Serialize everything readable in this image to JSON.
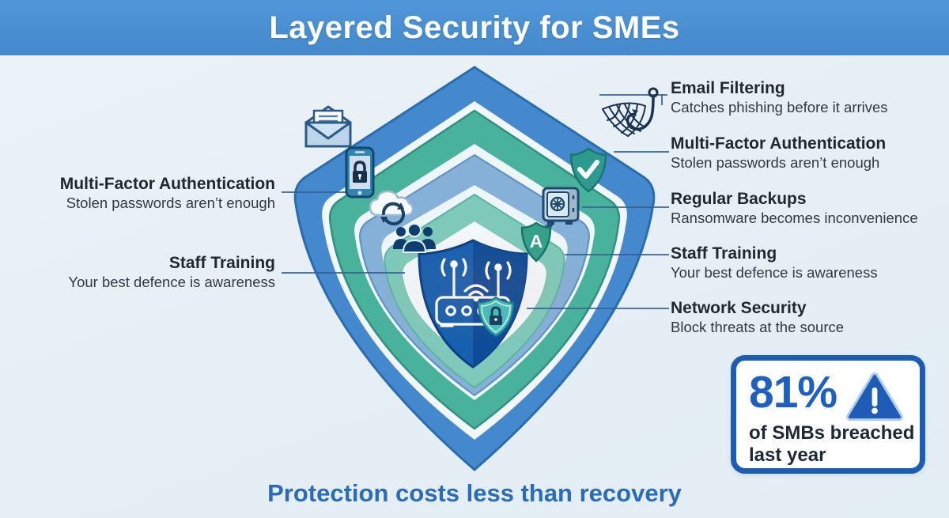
{
  "title": "Layered Security for SMEs",
  "tagline": "Protection costs less than recovery",
  "left_labels": [
    {
      "heading": "Multi-Factor Authentication",
      "sub": "Stolen passwords aren’t enough"
    },
    {
      "heading": "Staff Training",
      "sub": "Your best defence is awareness"
    }
  ],
  "right_labels": [
    {
      "heading": "Email Filtering",
      "sub": "Catches phishing before it arrives"
    },
    {
      "heading": "Multi-Factor Authentication",
      "sub": "Stolen passwords aren’t enough"
    },
    {
      "heading": "Regular Backups",
      "sub": "Ransomware becomes inconvenience"
    },
    {
      "heading": "Staff Training",
      "sub": "Your best defence is awareness"
    },
    {
      "heading": "Network Security",
      "sub": "Block threats at the source"
    }
  ],
  "stat": {
    "value": "81%",
    "line1": "of SMBs breached",
    "line2": "last year"
  },
  "shield_a_letter": "A",
  "icons": [
    "envelope-icon",
    "phone-lock-icon",
    "cloud-sync-icon",
    "team-icon",
    "phishing-hook-net-icon",
    "shield-check-icon",
    "safe-icon",
    "shield-a-icon",
    "router-shield-icon",
    "warning-triangle-icon"
  ],
  "colors": {
    "banner": "#4a90d4",
    "band_blue": "#4489ce",
    "band_teal": "#48b29c",
    "band_steel": "#85b0d8",
    "band_light_teal": "#7ec9b9",
    "center_shield": "#1560b0",
    "center_shield_dark": "#0c4c98",
    "stat_accent": "#1d5cb5",
    "tagline_blue": "#2a6cb8",
    "text_dark": "#1f2730"
  }
}
